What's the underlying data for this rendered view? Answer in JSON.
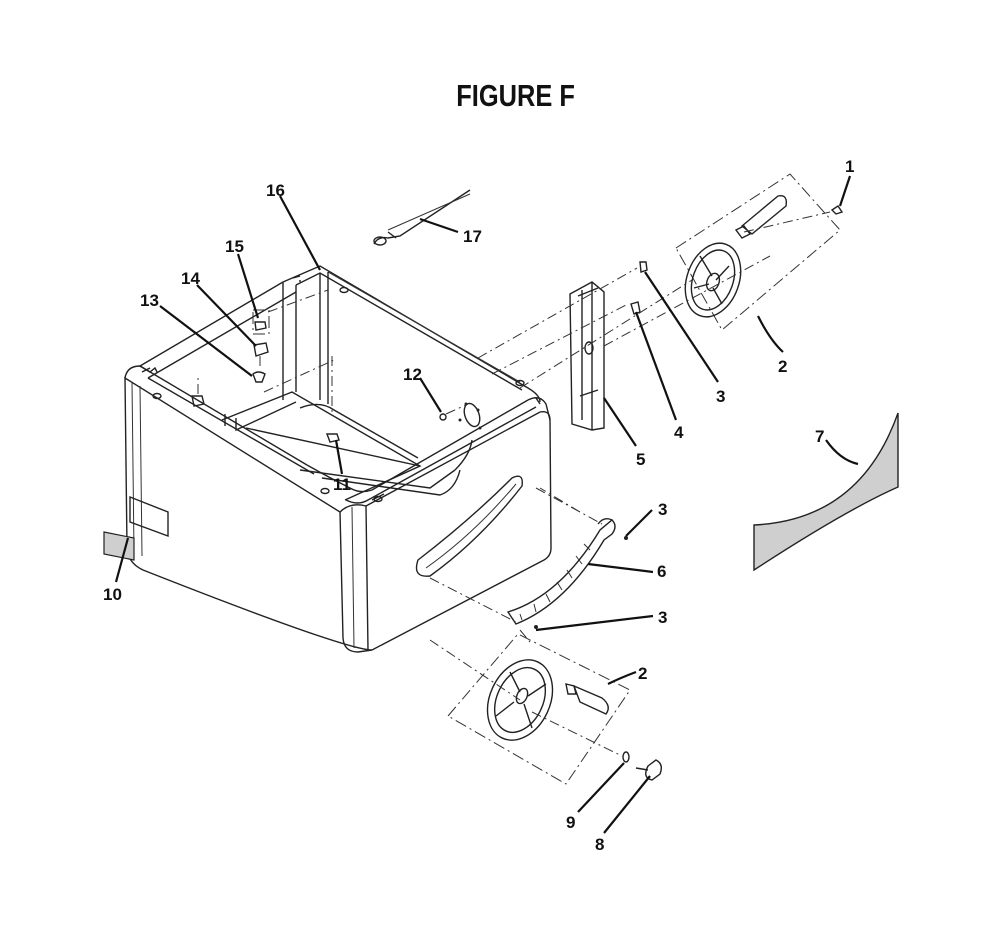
{
  "figure": {
    "title": "FIGURE F"
  },
  "callouts": {
    "c1": "1",
    "c2a": "2",
    "c2b": "2",
    "c3a": "3",
    "c3b": "3",
    "c3c": "3",
    "c4": "4",
    "c5": "5",
    "c6": "6",
    "c7": "7",
    "c8": "8",
    "c9": "9",
    "c10": "10",
    "c11": "11",
    "c12": "12",
    "c13": "13",
    "c14": "14",
    "c15": "15",
    "c16": "16",
    "c17": "17"
  },
  "colors": {
    "line": "#222222",
    "label_fill": "#cfcfcf",
    "background": "#ffffff"
  }
}
